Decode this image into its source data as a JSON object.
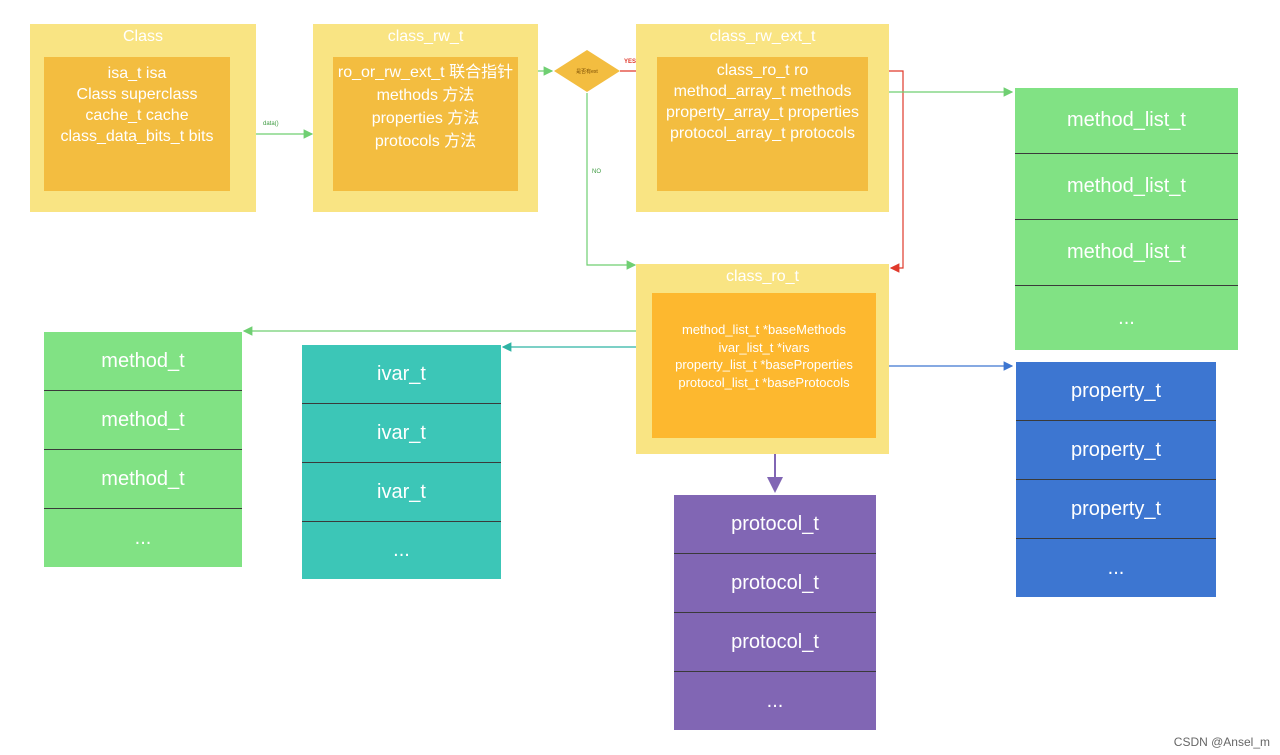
{
  "class_box": {
    "title": "Class",
    "lines": [
      "isa_t isa",
      "Class superclass",
      "cache_t cache",
      "class_data_bits_t bits"
    ]
  },
  "rw_box": {
    "title": "class_rw_t",
    "lines": [
      "ro_or_rw_ext_t 联合指针",
      "methods 方法",
      "properties 方法",
      "protocols 方法"
    ]
  },
  "rw_ext_box": {
    "title": "class_rw_ext_t",
    "lines": [
      "class_ro_t ro",
      "method_array_t methods",
      "property_array_t properties",
      "protocol_array_t protocols"
    ]
  },
  "ro_box": {
    "title": "class_ro_t",
    "lines": [
      "method_list_t *baseMethods",
      "ivar_list_t *ivars",
      "property_list_t *baseProperties",
      "protocol_list_t *baseProtocols"
    ]
  },
  "decision": {
    "text": "是否有ext",
    "yes_label": "YES",
    "no_label": "NO"
  },
  "edge_data_label": "data()",
  "method_list_stack": [
    "method_list_t",
    "method_list_t",
    "method_list_t",
    "..."
  ],
  "method_stack": [
    "method_t",
    "method_t",
    "method_t",
    "..."
  ],
  "ivar_stack": [
    "ivar_t",
    "ivar_t",
    "ivar_t",
    "..."
  ],
  "protocol_stack": [
    "protocol_t",
    "protocol_t",
    "protocol_t",
    "..."
  ],
  "property_stack": [
    "property_t",
    "property_t",
    "property_t",
    "..."
  ],
  "watermark": "CSDN @Ansel_m",
  "colors": {
    "yellow_outer": "#f9e483",
    "yellow_inner": "#f3bd40",
    "orange_inner": "#fdb82f",
    "green": "#81e284",
    "teal": "#3cc6b7",
    "purple": "#8166b4",
    "blue": "#3d76d1",
    "red_arrow": "#e0392b"
  }
}
